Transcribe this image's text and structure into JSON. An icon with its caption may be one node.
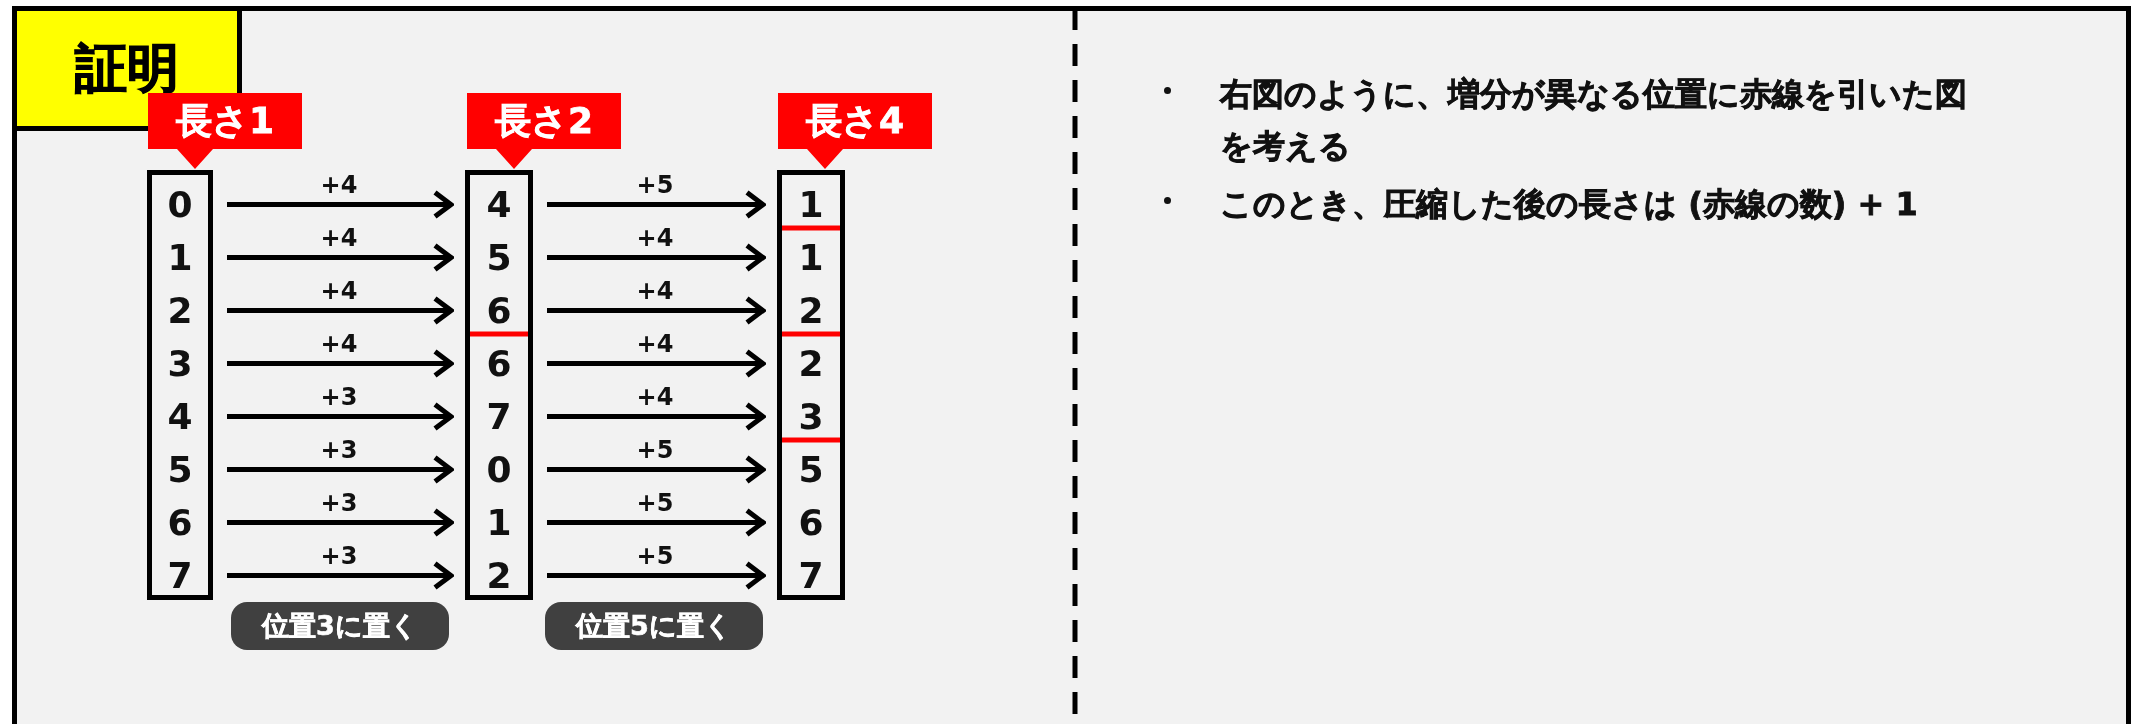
{
  "diagram": {
    "nodes": [
      {
        "text": [
          "証明"
        ]
      },
      {
        "text": [
          "長さ1"
        ]
      },
      {
        "text": [],
        "shape": "box"
      },
      {
        "text": [
          "0"
        ],
        "in": 2
      },
      {
        "text": [
          "1"
        ],
        "in": 2
      },
      {
        "text": [
          "2"
        ],
        "in": 2
      },
      {
        "text": [
          "3"
        ],
        "in": 2
      },
      {
        "text": [
          "4"
        ],
        "in": 2
      },
      {
        "text": [
          "5"
        ],
        "in": 2
      },
      {
        "text": [
          "6"
        ],
        "in": 2
      },
      {
        "text": [
          "7"
        ],
        "in": 2
      },
      {
        "text": [
          "長さ2"
        ]
      },
      {
        "text": [],
        "shape": "box"
      },
      {
        "text": [
          "4"
        ],
        "in": 12
      },
      {
        "text": [
          "5"
        ],
        "in": 12
      },
      {
        "text": [
          "6"
        ],
        "in": 12
      },
      {
        "text": [
          "6"
        ],
        "in": 12
      },
      {
        "text": [
          "7"
        ],
        "in": 12
      },
      {
        "text": [
          "0"
        ],
        "in": 12
      },
      {
        "text": [
          "1"
        ],
        "in": 12
      },
      {
        "text": [
          "2"
        ],
        "in": 12
      },
      {
        "text": [
          "長さ4"
        ]
      },
      {
        "text": [],
        "shape": "box"
      },
      {
        "text": [
          "1"
        ],
        "in": 22
      },
      {
        "text": [
          "1"
        ],
        "in": 22
      },
      {
        "text": [
          "2"
        ],
        "in": 22
      },
      {
        "text": [
          "2"
        ],
        "in": 22
      },
      {
        "text": [
          "3"
        ],
        "in": 22
      },
      {
        "text": [
          "5"
        ],
        "in": 22
      },
      {
        "text": [
          "6"
        ],
        "in": 22
      },
      {
        "text": [
          "7"
        ],
        "in": 22
      },
      {
        "text": [
          "位置3に置く"
        ]
      },
      {
        "text": [
          "位置5に置く"
        ]
      }
    ],
    "edges": [
      {
        "from": 3,
        "to": 13,
        "arrow": "to",
        "label": "+4"
      },
      {
        "from": 4,
        "to": 14,
        "arrow": "to",
        "label": "+4"
      },
      {
        "from": 5,
        "to": 15,
        "arrow": "to",
        "label": "+4"
      },
      {
        "from": 6,
        "to": 16,
        "arrow": "to",
        "label": "+4"
      },
      {
        "from": 7,
        "to": 17,
        "arrow": "to",
        "label": "+3"
      },
      {
        "from": 8,
        "to": 18,
        "arrow": "to",
        "label": "+3"
      },
      {
        "from": 9,
        "to": 19,
        "arrow": "to",
        "label": "+3"
      },
      {
        "from": 10,
        "to": 20,
        "arrow": "to",
        "label": "+3"
      },
      {
        "from": 13,
        "to": 23,
        "arrow": "to",
        "label": "+5"
      },
      {
        "from": 14,
        "to": 24,
        "arrow": "to",
        "label": "+4"
      },
      {
        "from": 15,
        "to": 25,
        "arrow": "to",
        "label": "+4"
      },
      {
        "from": 16,
        "to": 26,
        "arrow": "to",
        "label": "+4"
      },
      {
        "from": 17,
        "to": 27,
        "arrow": "to",
        "label": "+4"
      },
      {
        "from": 18,
        "to": 28,
        "arrow": "to",
        "label": "+5"
      },
      {
        "from": 19,
        "to": 29,
        "arrow": "to",
        "label": "+5"
      },
      {
        "from": 20,
        "to": 30,
        "arrow": "to",
        "label": "+5"
      }
    ],
    "labels": [
      "右図のように、増分が異なる位置に赤線を引いた図を考える",
      "このとき、圧縮した後の長さは (赤線の数) + 1"
    ]
  }
}
